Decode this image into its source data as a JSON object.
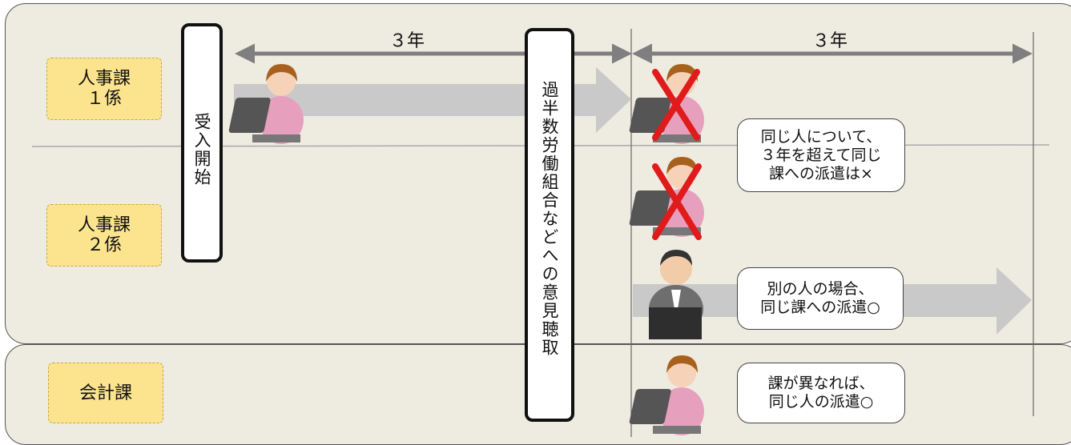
{
  "rows": {
    "jinji1": "人事課\n１係",
    "jinji2": "人事課\n２係",
    "kaikei": "会計課"
  },
  "start_box": "受入開始",
  "hearing_box": "過半数労働組合などへの意見聴取",
  "period_labels": {
    "first": "３年",
    "second": "３年"
  },
  "notes": {
    "same_person": "同じ人について、\n３年を超えて同じ\n課への派遣は×",
    "other_person": "別の人の場合、\n同じ課への派遣○",
    "other_dept": "課が異なれば、\n同じ人の派遣○"
  },
  "colors": {
    "panel": "#eeebe0",
    "dept_label": "#fce48f",
    "arrow_fill": "#c9c9c9",
    "dim_arrow": "#7f7f7f",
    "cross": "#e01b1b",
    "suit": "#c98aa8"
  },
  "icons": [
    "woman-at-laptop-icon",
    "man-at-laptop-icon",
    "red-x-icon"
  ]
}
